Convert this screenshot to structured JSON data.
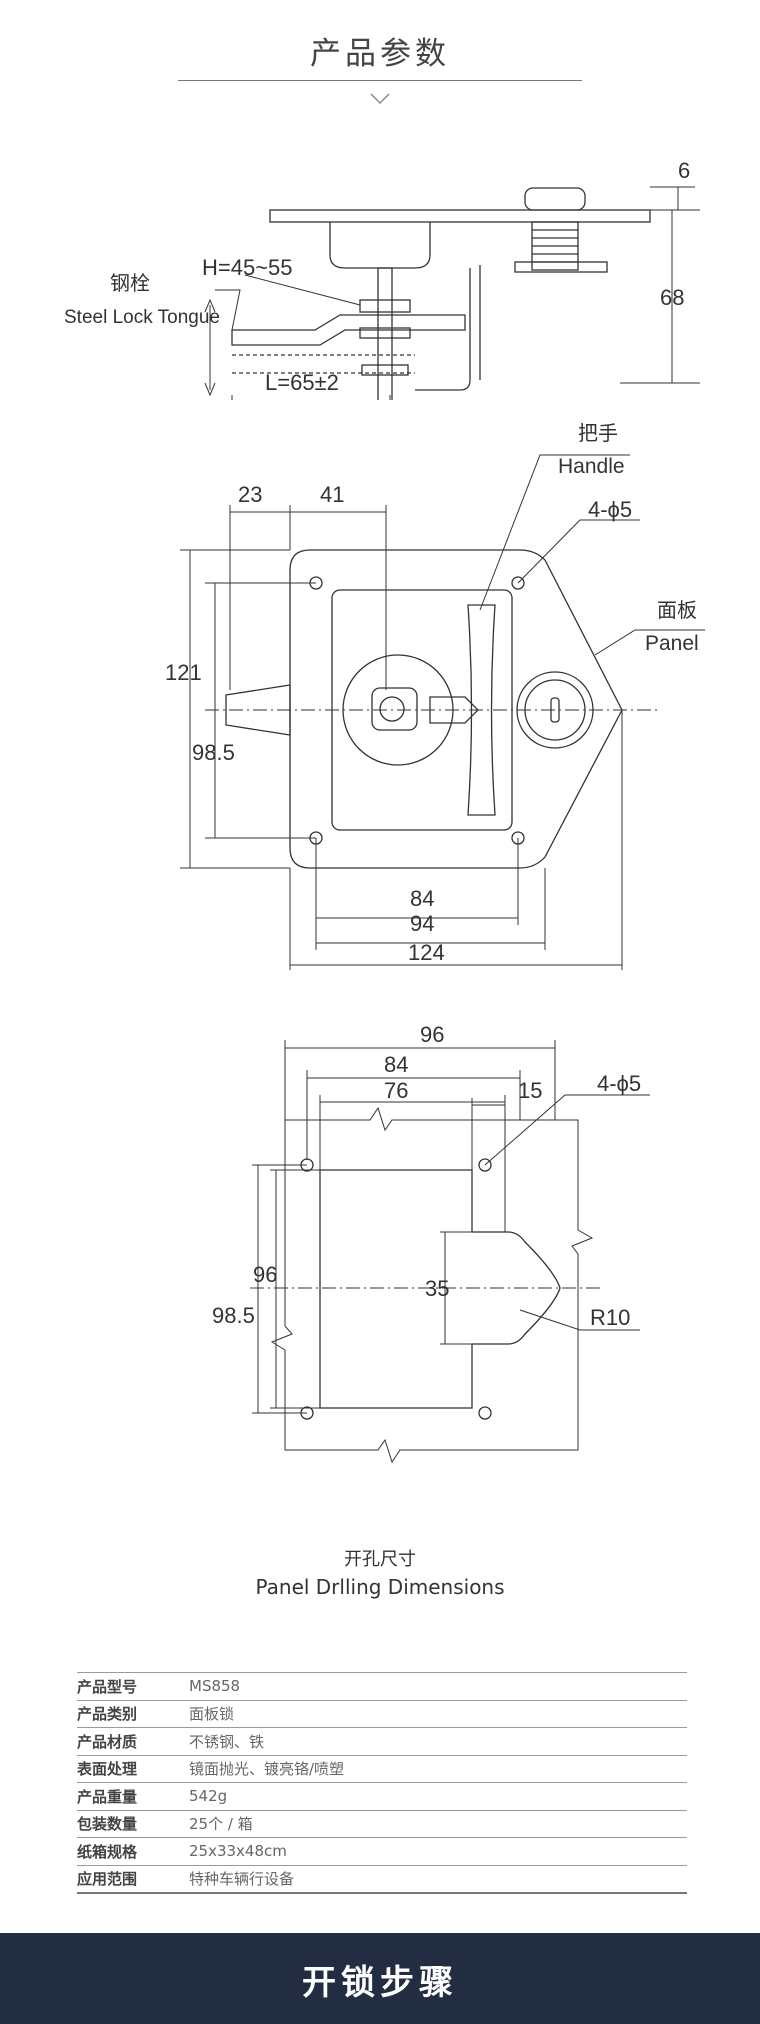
{
  "header": {
    "title": "产品参数"
  },
  "diagram1": {
    "dim_h": "H=45~55",
    "dim_6": "6",
    "dim_68": "68",
    "dim_l": "L=65±2",
    "tongue_cn": "钢栓",
    "tongue_en": "Steel Lock Tongue"
  },
  "diagram2": {
    "handle_cn": "把手",
    "handle_en": "Handle",
    "holes": "4-ϕ5",
    "panel_cn": "面板",
    "panel_en": "Panel",
    "dim_23": "23",
    "dim_41": "41",
    "dim_121": "121",
    "dim_98_5": "98.5",
    "dim_84": "84",
    "dim_94": "94",
    "dim_124": "124"
  },
  "diagram3": {
    "dim_96_top": "96",
    "dim_84": "84",
    "dim_76": "76",
    "dim_15": "15",
    "holes": "4-ϕ5",
    "dim_96_left": "96",
    "dim_98_5": "98.5",
    "dim_35": "35",
    "radius": "R10"
  },
  "caption": {
    "cn": "开孔尺寸",
    "en": "Panel Drlling Dimensions"
  },
  "specs": [
    {
      "label": "产品型号",
      "value": "MS858"
    },
    {
      "label": "产品类别",
      "value": "面板锁"
    },
    {
      "label": "产品材质",
      "value": "不锈钢、铁"
    },
    {
      "label": "表面处理",
      "value": "镜面抛光、镀亮铬/喷塑"
    },
    {
      "label": "产品重量",
      "value": "542g"
    },
    {
      "label": "包装数量",
      "value": "25个 / 箱"
    },
    {
      "label": "纸箱规格",
      "value": "25x33x48cm"
    },
    {
      "label": "应用范围",
      "value": "特种车辆行设备"
    }
  ],
  "footer": {
    "title": "开锁步骤"
  }
}
